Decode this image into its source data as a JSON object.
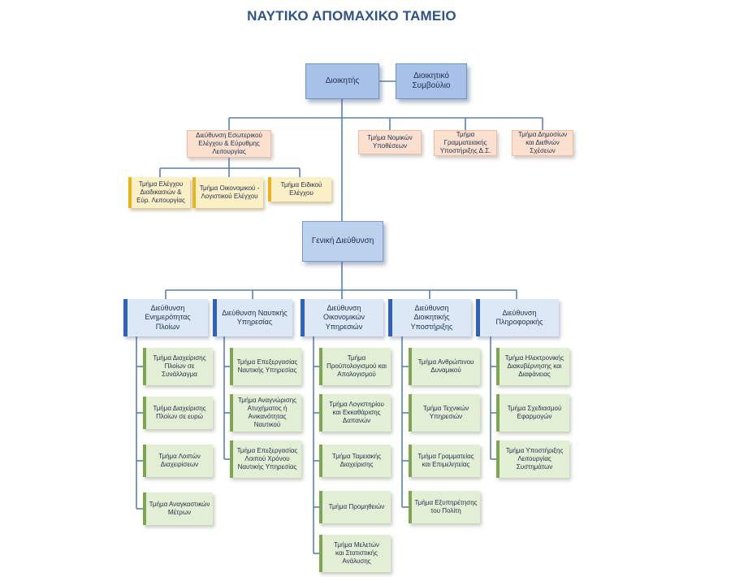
{
  "title": "ΝΑΥΤΙΚΟ ΑΠΟΜΑΧΙΚΟ ΤΑΜΕΙΟ",
  "top": {
    "director": "Διοικητής",
    "board": [
      "Διοικητικό",
      "Συμβούλιο"
    ]
  },
  "internal_audit": {
    "label": [
      "Διεύθυνση Εσωτερικού",
      "Ελέγχου & Εύρυθμης",
      "Λειτουργίας"
    ],
    "units": [
      [
        "Τμήμα Ελέγχου",
        "Διαδικασιών &",
        "Εύρ. Λειτουργίας"
      ],
      [
        "Τμήμα Οικονομικού -",
        "Λογιστικού Ελέγχου"
      ],
      [
        "Τμήμα Ειδικού",
        "Ελέγχου"
      ]
    ]
  },
  "staff_units": [
    [
      "Τμήμα Νομικών",
      "Υποθέσεων"
    ],
    [
      "Τμήμα",
      "Γραμματειακής",
      "Υποστήριξης Δ.Σ."
    ],
    [
      "Τμήμα Δημοσίων",
      "και Διεθνών",
      "Σχέσεων"
    ]
  ],
  "general_directorate": "Γενική Διεύθυνση",
  "directorates": [
    {
      "label": [
        "Διεύθυνση",
        "Ενημερότητας",
        "Πλοίων"
      ],
      "departments": [
        [
          "Τμήμα Διαχείρισης",
          "Πλοίων σε",
          "Συνάλλαγμα"
        ],
        [
          "Τμήμα Διαχείρισης",
          "Πλοίων σε ευρώ"
        ],
        [
          "Τμήμα Λοιπών",
          "Διαχειρίσεων"
        ],
        [
          "Τμήμα Αναγκαστικών",
          "Μέτρων"
        ]
      ]
    },
    {
      "label": [
        "Διεύθυνση Ναυτικής",
        "Υπηρεσίας"
      ],
      "departments": [
        [
          "Τμήμα Επεξεργασίας",
          "Ναυτικής Υπηρεσίας"
        ],
        [
          "Τμήμα Αναγνώρισης",
          "Ατυχήματος ή",
          "Ανικανότητας",
          "Ναυτικού"
        ],
        [
          "Τμήμα Επεξεργασίας",
          "Λοιπού Χρόνου",
          "Ναυτικής Υπηρεσίας"
        ]
      ]
    },
    {
      "label": [
        "Διεύθυνση",
        "Οικονομικών",
        "Υπηρεσιών"
      ],
      "departments": [
        [
          "Τμήμα",
          "Προϋπολογισμού και",
          "Απολογισμού"
        ],
        [
          "Τμήμα Λογιστηρίου",
          "και Εκκαθάρισης",
          "Δαπανών"
        ],
        [
          "Τμήμα Ταμειακής",
          "Διαχείρισης"
        ],
        [
          "Τμήμα Προμηθειών"
        ],
        [
          "Τμήμα Μελετών",
          "και Στατιστικής",
          "Ανάλυσης"
        ]
      ]
    },
    {
      "label": [
        "Διεύθυνση",
        "Διοικητικής",
        "Υποστήριξης"
      ],
      "departments": [
        [
          "Τμήμα Ανθρώπινου",
          "Δυναμικού"
        ],
        [
          "Τμήμα Τεχνικών",
          "Υπηρεσιών"
        ],
        [
          "Τμήμα Γραμματείας",
          "και Επιμελητείας"
        ],
        [
          "Τμήμα Εξυπηρέτησης",
          "του Πολίτη"
        ]
      ]
    },
    {
      "label": [
        "Διεύθυνση",
        "Πληροφορικής"
      ],
      "departments": [
        [
          "Τμήμα Ηλεκτρονικής",
          "Διακυβέρνησης και",
          "Διαφάνειας"
        ],
        [
          "Τμήμα Σχεδιασμού",
          "Εφαρμογών"
        ],
        [
          "Τμήμα Υποστήριξης",
          "Λειτουργίας",
          "Συστημάτων"
        ]
      ]
    }
  ]
}
